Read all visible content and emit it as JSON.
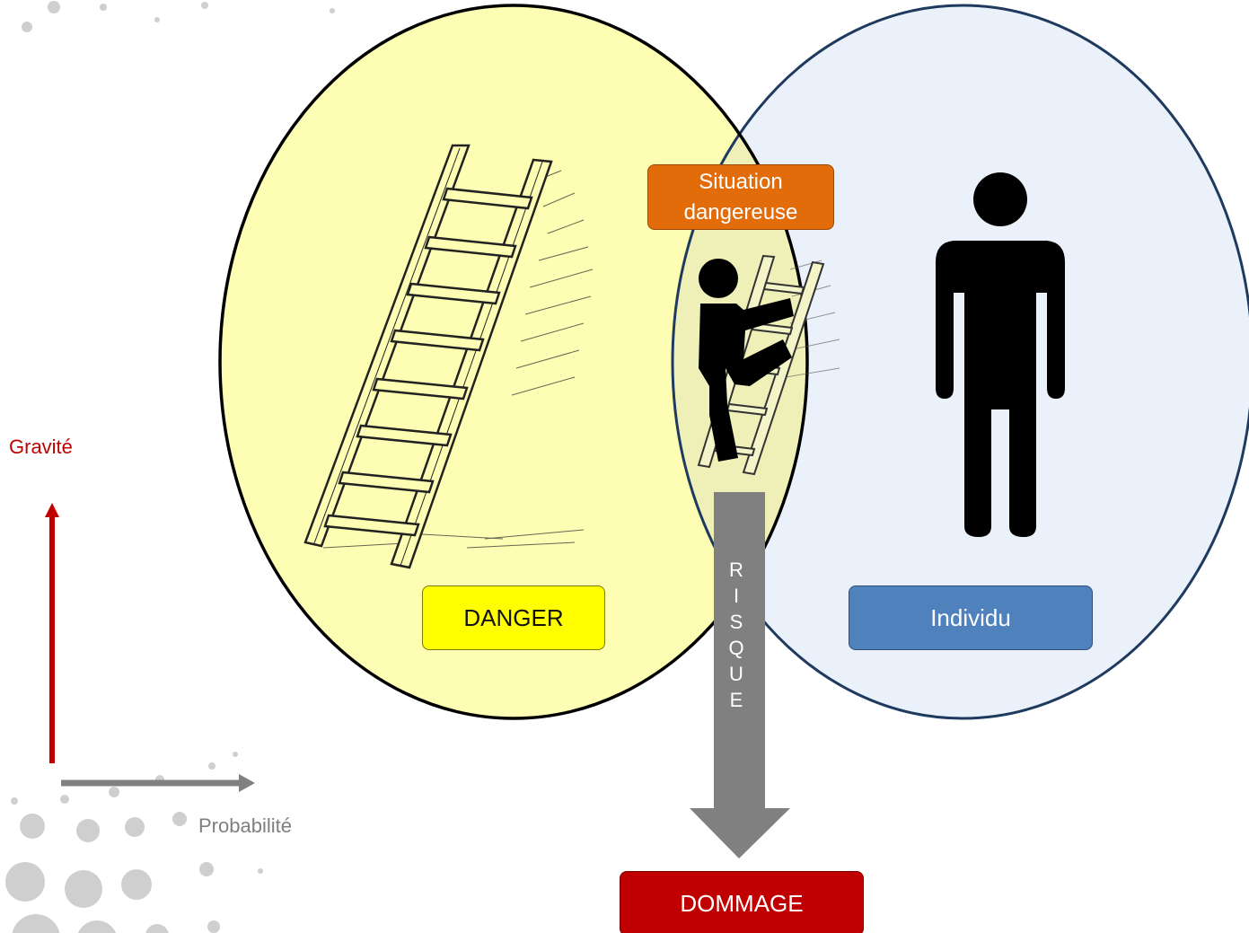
{
  "diagram": {
    "danger_label": "DANGER",
    "individu_label": "Individu",
    "situation_line1": "Situation",
    "situation_line2": "dangereuse",
    "risque_letters": [
      "R",
      "I",
      "S",
      "Q",
      "U",
      "E"
    ],
    "dommage_label": "DOMMAGE",
    "axis_y_label": "Gravité",
    "axis_x_label": "Probabilité"
  },
  "colors": {
    "danger_fill": "#fdfdb3",
    "individu_fill": "#ebf1fa",
    "individu_outline": "#1f3a5f",
    "danger_box": "#ffff00",
    "individu_box": "#4f81bd",
    "situation_box": "#e36c0a",
    "dommage_box": "#c00000",
    "risque_arrow": "#808080",
    "gravite_axis": "#c00000",
    "probabilite_axis": "#808080"
  },
  "icons": {
    "ladder": "ladder-icon",
    "person": "person-icon",
    "climber": "person-climbing-ladder-icon"
  }
}
